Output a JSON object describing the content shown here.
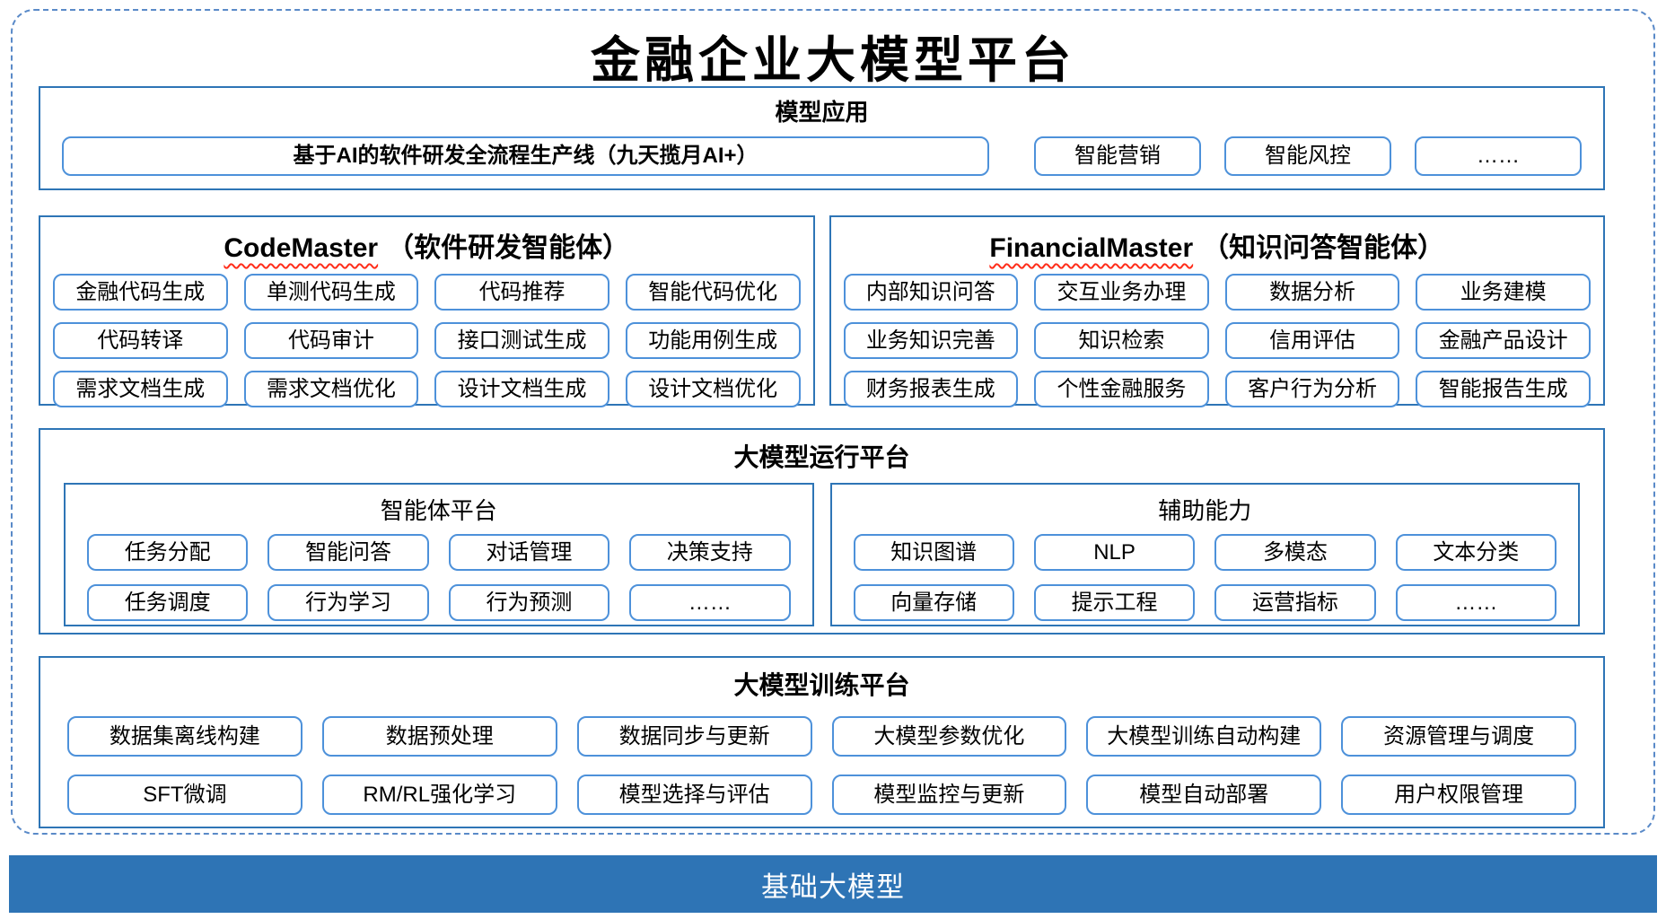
{
  "title": "金融企业大模型平台",
  "colors": {
    "section_border": "#2e75b6",
    "item_border": "#4d91da",
    "dashed_border": "#5a8ac8",
    "foundation_bar_bg": "#2e74b5",
    "foundation_bar_text": "#ffffff",
    "squiggle_underline": "#ff2d1a"
  },
  "sections": {
    "model_app": {
      "header": "模型应用",
      "items": [
        "基于AI的软件研发全流程生产线（九天揽月AI+）",
        "智能营销",
        "智能风控",
        "……"
      ]
    },
    "code_master": {
      "title_en": "CodeMaster",
      "title_zh": "（软件研发智能体）",
      "items": [
        "金融代码生成",
        "单测代码生成",
        "代码推荐",
        "智能代码优化",
        "代码转译",
        "代码审计",
        "接口测试生成",
        "功能用例生成",
        "需求文档生成",
        "需求文档优化",
        "设计文档生成",
        "设计文档优化"
      ]
    },
    "financial_master": {
      "title_en": "FinancialMaster",
      "title_zh": "（知识问答智能体）",
      "items": [
        "内部知识问答",
        "交互业务办理",
        "数据分析",
        "业务建模",
        "业务知识完善",
        "知识检索",
        "信用评估",
        "金融产品设计",
        "财务报表生成",
        "个性金融服务",
        "客户行为分析",
        "智能报告生成"
      ]
    },
    "runtime": {
      "header": "大模型运行平台",
      "agent_platform": {
        "title": "智能体平台",
        "items": [
          "任务分配",
          "智能问答",
          "对话管理",
          "决策支持",
          "任务调度",
          "行为学习",
          "行为预测",
          "……"
        ]
      },
      "aux_ability": {
        "title": "辅助能力",
        "items": [
          "知识图谱",
          "NLP",
          "多模态",
          "文本分类",
          "向量存储",
          "提示工程",
          "运营指标",
          "……"
        ]
      }
    },
    "training": {
      "header": "大模型训练平台",
      "items": [
        "数据集离线构建",
        "数据预处理",
        "数据同步与更新",
        "大模型参数优化",
        "大模型训练自动构建",
        "资源管理与调度",
        "SFT微调",
        "RM/RL强化学习",
        "模型选择与评估",
        "模型监控与更新",
        "模型自动部署",
        "用户权限管理"
      ]
    },
    "foundation": {
      "label": "基础大模型"
    }
  }
}
